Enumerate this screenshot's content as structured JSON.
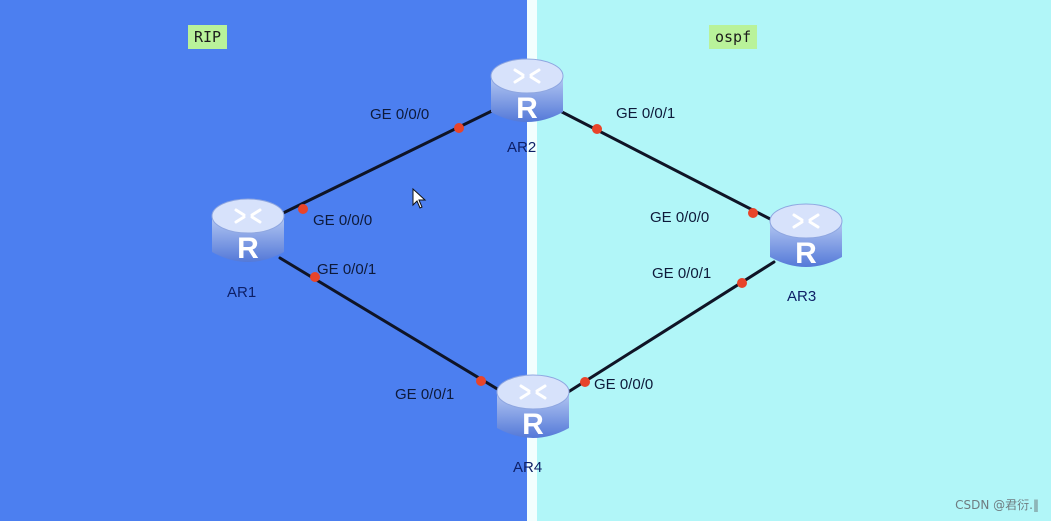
{
  "areas": {
    "left": {
      "label": "RIP",
      "color": "#4c7ff0"
    },
    "right": {
      "label": "ospf",
      "color": "#b1f6f8"
    }
  },
  "routers": {
    "ar1": {
      "name": "AR1",
      "icon": "router-icon"
    },
    "ar2": {
      "name": "AR2",
      "icon": "router-icon"
    },
    "ar3": {
      "name": "AR3",
      "icon": "router-icon"
    },
    "ar4": {
      "name": "AR4",
      "icon": "router-icon"
    }
  },
  "links": [
    {
      "from": "AR1",
      "from_port": "GE 0/0/0",
      "to": "AR2",
      "to_port": "GE 0/0/0"
    },
    {
      "from": "AR2",
      "from_port": "GE 0/0/1",
      "to": "AR3",
      "to_port": "GE 0/0/0"
    },
    {
      "from": "AR1",
      "from_port": "GE 0/0/1",
      "to": "AR4",
      "to_port": "GE 0/0/1"
    },
    {
      "from": "AR4",
      "from_port": "GE 0/0/0",
      "to": "AR3",
      "to_port": "GE 0/0/1"
    }
  ],
  "port_dot_color": "#e8442a",
  "watermark": "CSDN @君衍.‖"
}
